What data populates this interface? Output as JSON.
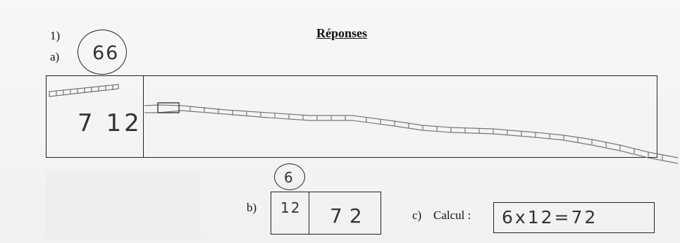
{
  "header": {
    "question_number": "1)",
    "title": "Réponses"
  },
  "part_a": {
    "label": "a)",
    "circled_answer": "66",
    "left_cell_value": "7 12"
  },
  "part_b": {
    "label": "b)",
    "circled_answer": "6",
    "left_cell_value": "12",
    "right_cell_value": "72"
  },
  "part_c": {
    "label": "c)",
    "calc_label": "Calcul :",
    "calc_value": "6x12=72"
  },
  "colors": {
    "ink": "#222222",
    "pencil": "#555555",
    "pencil_light": "#999999"
  }
}
